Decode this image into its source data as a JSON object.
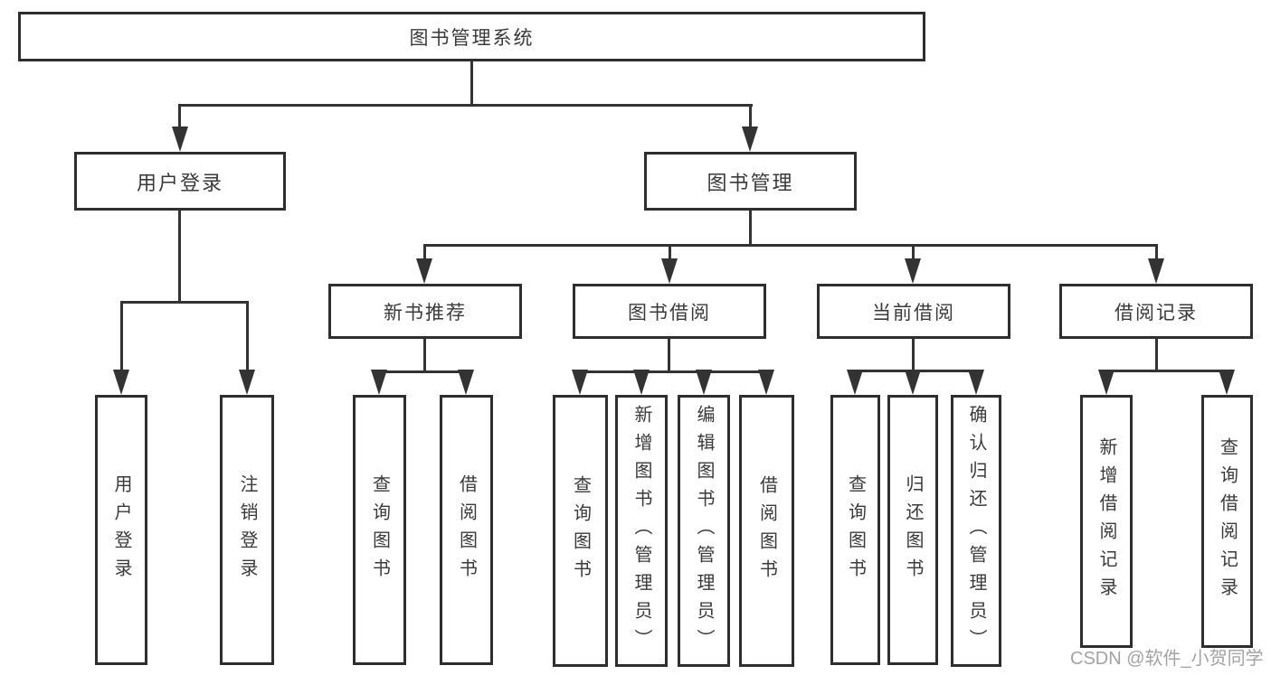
{
  "diagram": {
    "root": "图书管理系统",
    "level2": {
      "user_login": "用户登录",
      "book_management": "图书管理"
    },
    "level3": {
      "new_books": "新书推荐",
      "borrow": "图书借阅",
      "current": "当前借阅",
      "records": "借阅记录"
    },
    "leaves": {
      "user_login": [
        "用户登录",
        "注销登录"
      ],
      "new_books": [
        "查询图书",
        "借阅图书"
      ],
      "borrow": [
        "查询图书",
        "新增图书（管理员）",
        "编辑图书（管理员）",
        "借阅图书"
      ],
      "current": [
        "查询图书",
        "归还图书",
        "确认归还（管理员）"
      ],
      "records": [
        "新增借阅记录",
        "查询借阅记录"
      ]
    }
  },
  "watermark": "CSDN @软件_小贺同学",
  "colors": {
    "line": "#333333",
    "border": "#2e2e2e",
    "text": "#3a3a3a",
    "watermark": "#a2a2a8",
    "background": "#ffffff"
  }
}
